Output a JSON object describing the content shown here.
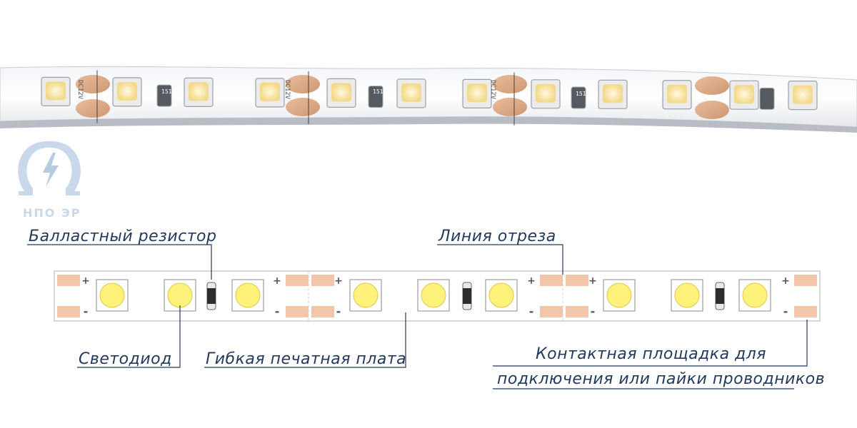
{
  "logo": {
    "text": "НПО ЭР"
  },
  "labels": {
    "resistor": "Балластный резистор",
    "cut_line": "Линия отреза",
    "led": "Светодиод",
    "pcb": "Гибкая печатная плата",
    "pad_line1": "Контактная площадка для",
    "pad_line2": "подключения или пайки проводников"
  },
  "signs": {
    "plus": "+",
    "minus": "-"
  },
  "photo": {
    "marking": "DC12V",
    "resistor_code": "151"
  },
  "colors": {
    "label_text": "#233a5e",
    "leader_line": "#233a5e",
    "pad": "#f2c6ab",
    "led_fill": "#fff27a",
    "strip_border": "#bfbfbf",
    "logo": "#c9d8ea"
  }
}
